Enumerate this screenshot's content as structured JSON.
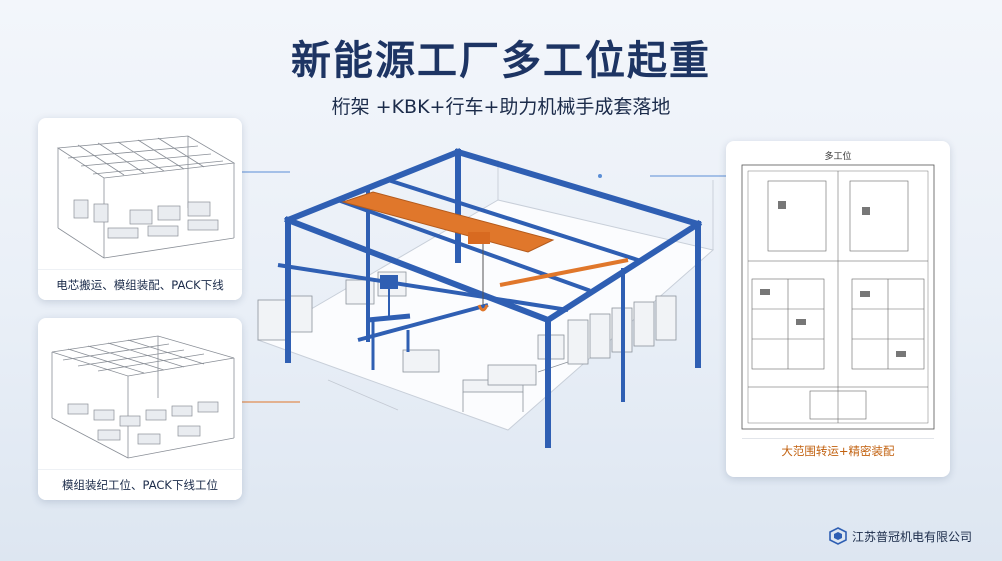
{
  "header": {
    "title": "新能源工厂多工位起重",
    "subtitle": "桁架 +KBK+行车+助力机械手成套落地"
  },
  "cards": {
    "left_top": {
      "caption": "电芯搬运、模组装配、PACK下线"
    },
    "left_bottom": {
      "caption": "模组装纪工位、PACK下线工位"
    },
    "right": {
      "plan_title": "多工位",
      "caption": "大范围转运+精密装配"
    }
  },
  "footer": {
    "company": "江苏普冠机电有限公司",
    "logo_icon": "company-logo-icon"
  },
  "colors": {
    "title": "#1d3463",
    "frame_blue": "#2f5fb3",
    "crane_orange": "#e0772b",
    "accent_orange_text": "#c2610f",
    "background": "#e9eff7"
  }
}
